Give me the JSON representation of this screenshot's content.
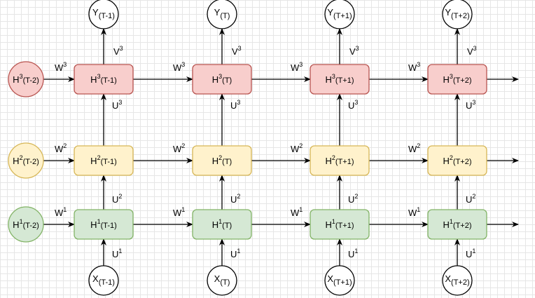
{
  "colors": {
    "layer3_fill": "#f8cecc",
    "layer3_stroke": "#b85450",
    "layer2_fill": "#fff2cc",
    "layer2_stroke": "#d6b656",
    "layer1_fill": "#d5e8d4",
    "layer1_stroke": "#82b366",
    "line": "#000000"
  },
  "timesteps": [
    "(T-1)",
    "(T)",
    "(T+1)",
    "(T+2)"
  ],
  "initial_step": "(T-2)",
  "letters": {
    "output": "Y",
    "input": "X",
    "hidden": "H"
  },
  "layers": [
    {
      "index": "3",
      "recurrent_weight": "W",
      "recurrent_sup": "3",
      "input_weight": "U",
      "input_sup": "3"
    },
    {
      "index": "2",
      "recurrent_weight": "W",
      "recurrent_sup": "2",
      "input_weight": "U",
      "input_sup": "2"
    },
    {
      "index": "1",
      "recurrent_weight": "W",
      "recurrent_sup": "1",
      "input_weight": "U",
      "input_sup": "1"
    }
  ],
  "output_weight": {
    "letter": "V",
    "sup": "3"
  }
}
